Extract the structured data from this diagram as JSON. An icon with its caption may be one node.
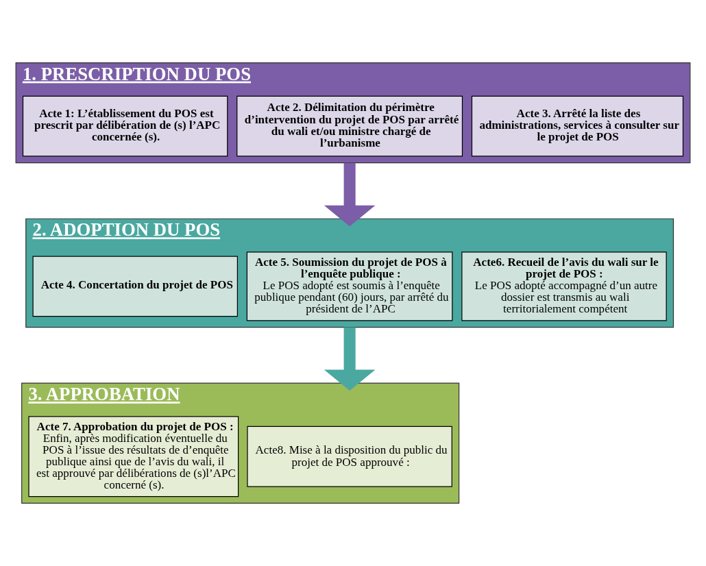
{
  "diagram": {
    "nodes": [
      {
        "text": [
          "1. PRESCRIPTION DU POS"
        ]
      },
      {
        "text": [
          "Acte 1: L’établissement du POS est prescrit par délibération de (s) l’APC concernée (s)."
        ],
        "in": 0
      },
      {
        "text": [
          "Acte 2. Délimitation du périmètre d’intervention du projet de POS par arrêté du wali et/ou ministre chargé de l’urbanisme"
        ],
        "in": 0
      },
      {
        "text": [
          "Acte 3. Arrêté la liste des administrations, services à consulter sur le projet de POS"
        ],
        "in": 0
      },
      {
        "text": [
          "2. ADOPTION DU POS"
        ]
      },
      {
        "text": [
          "Acte 4. Concertation du projet de POS"
        ],
        "in": 4
      },
      {
        "text": [
          "Acte 5. Soumission du projet de POS à l’enquête publique :",
          "Le POS adopté est soumis à l’enquête publique pendant (60) jours, par arrêté du président de l’APC"
        ],
        "in": 4
      },
      {
        "text": [
          "Acte6. Recueil de l’avis du wali sur le projet de POS :",
          "Le POS adopté accompagné d’un autre dossier est transmis au wali territorialement compétent"
        ],
        "in": 4
      },
      {
        "text": [
          "3. APPROBATION"
        ]
      },
      {
        "text": [
          "Acte 7. Approbation du projet de POS :",
          "Enfin, après modification éventuelle du POS à l’issue des résultats de d’enquête publique ainsi que de l’avis du wali, il est approuvé par délibérations de (s)l’APC concerné (s)."
        ],
        "in": 8
      },
      {
        "text": [
          "Acte8. Mise à la disposition du public du projet de POS approuvé :"
        ],
        "in": 8
      }
    ],
    "edges": [
      {
        "from": 0,
        "to": 4,
        "arrow": "to",
        "color": "#7b5ea7"
      },
      {
        "from": 4,
        "to": 8,
        "arrow": "to",
        "color": "#4aa8a0"
      }
    ]
  }
}
